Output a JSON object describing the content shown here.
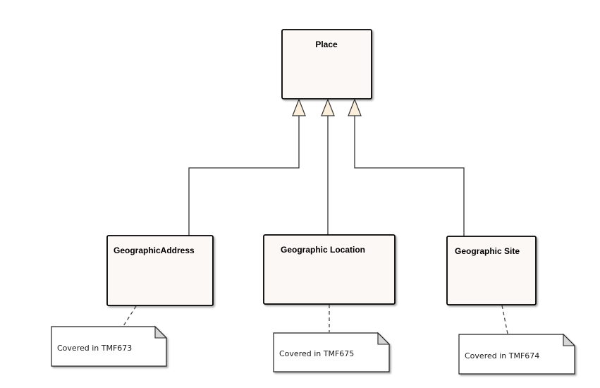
{
  "diagram": {
    "type": "uml-class-diagram",
    "colors": {
      "class_fill": "#FCF8F5",
      "class_border": "#000000",
      "arrow_fill": "#FBEFDC",
      "note_fill": "#FFFFFF",
      "note_fold": "#D6D6D6",
      "line": "#333333"
    },
    "classes": {
      "place": {
        "name": "Place"
      },
      "geographic_address": {
        "name": "GeographicAddress"
      },
      "geographic_location": {
        "name": "Geographic Location"
      },
      "geographic_site": {
        "name": "Geographic Site"
      }
    },
    "notes": {
      "address_note": {
        "text": "Covered in TMF673"
      },
      "location_note": {
        "text": "Covered in TMF675"
      },
      "site_note": {
        "text": "Covered in TMF674"
      }
    },
    "relationships": [
      {
        "type": "generalization",
        "from": "GeographicAddress",
        "to": "Place"
      },
      {
        "type": "generalization",
        "from": "Geographic Location",
        "to": "Place"
      },
      {
        "type": "generalization",
        "from": "Geographic Site",
        "to": "Place"
      },
      {
        "type": "note-link",
        "from": "Covered in TMF673",
        "to": "GeographicAddress"
      },
      {
        "type": "note-link",
        "from": "Covered in TMF675",
        "to": "Geographic Location"
      },
      {
        "type": "note-link",
        "from": "Covered in TMF674",
        "to": "Geographic Site"
      }
    ]
  }
}
